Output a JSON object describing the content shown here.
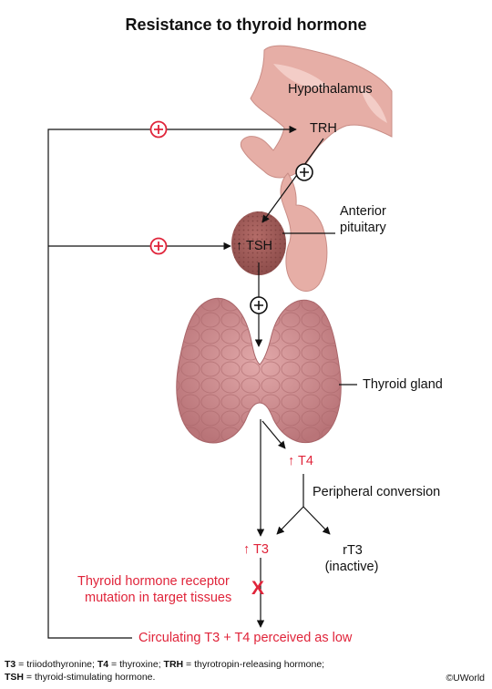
{
  "title": "Resistance to thyroid hormone",
  "labels": {
    "hypothalamus": "Hypothalamus",
    "trh": "TRH",
    "anterior_pituitary_line1": "Anterior",
    "anterior_pituitary_line2": "pituitary",
    "tsh": "↑ TSH",
    "thyroid_gland": "Thyroid gland",
    "t4": "↑ T4",
    "peripheral_conversion": "Peripheral conversion",
    "t3": "↑ T3",
    "rt3_line1": "rT3",
    "rt3_line2": "(inactive)",
    "receptor_line1": "Thyroid hormone receptor",
    "receptor_line2": "mutation in target tissues",
    "block_mark": "X",
    "feedback": "Circulating T3 + T4 perceived as low"
  },
  "legend": [
    {
      "abbr": "T3",
      "text": " = triiodothyronine; "
    },
    {
      "abbr": "T4",
      "text": " = thyroxine; "
    },
    {
      "abbr": "TRH",
      "text": " = thyrotropin-releasing hormone;"
    },
    {
      "abbr": "TSH",
      "text": " = thyroid-stimulating hormone."
    }
  ],
  "copyright": "©UWorld",
  "colors": {
    "stimulate_red": "#e0243a",
    "tissue_pink": "#e6aea6",
    "pituitary_brown": "#a8625e",
    "thyroid_pink": "#c98a8b"
  }
}
